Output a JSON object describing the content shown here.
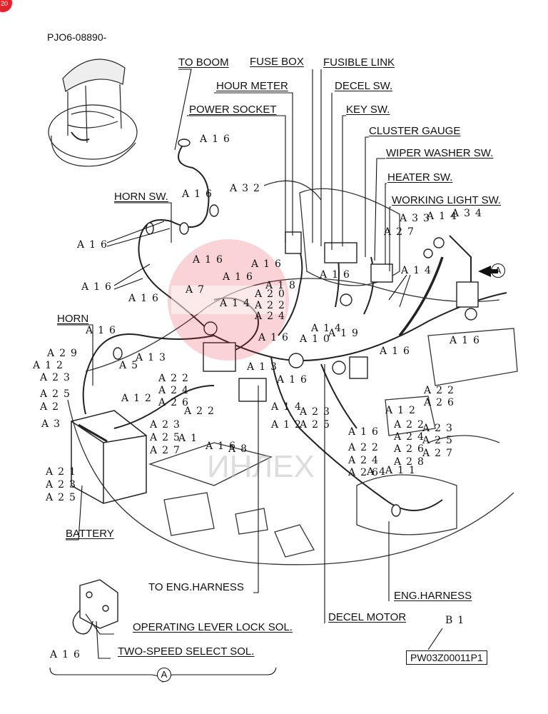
{
  "header": {
    "part_number": "PJO6-08890-"
  },
  "watermark": {
    "text": "ИНЛЕХ",
    "color": "#e0242c"
  },
  "labels": {
    "to_boom": "TO BOOM",
    "fuse_box": "FUSE BOX",
    "fusible_link": "FUSIBLE LINK",
    "hour_meter": "HOUR METER",
    "decel_sw": "DECEL SW.",
    "power_socket": "POWER SOCKET",
    "key_sw": "KEY SW.",
    "cluster_gauge": "CLUSTER GAUGE",
    "wiper_washer_sw": "WIPER WASHER SW.",
    "heater_sw": "HEATER SW.",
    "horn_sw": "HORN SW.",
    "working_light_sw": "WORKING LIGHT SW.",
    "horn": "HORN",
    "battery": "BATTERY",
    "to_eng_harness": "TO ENG.HARNESS",
    "eng_harness": "ENG.HARNESS",
    "decel_motor": "DECEL MOTOR",
    "operating_lever_lock_sol": "OPERATING LEVER LOCK SOL.",
    "two_speed_select_sol": "TWO-SPEED SELECT SOL."
  },
  "refs": {
    "a16": "A16",
    "a32": "A32",
    "a33": "A33",
    "a14": "A14",
    "a34": "A34",
    "a27": "A27",
    "a18": "A18",
    "a7": "A7",
    "a20": "A20",
    "a22": "A22",
    "a24": "A24",
    "a29": "A29",
    "a12": "A12",
    "a23": "A23",
    "a25": "A25",
    "a2": "A2",
    "a3": "A3",
    "a5": "A5",
    "a13": "A13",
    "a21": "A21",
    "a26": "A26",
    "a1": "A1",
    "a8": "A8",
    "a19": "A19",
    "a10": "A10",
    "a28": "A28",
    "a4": "A4",
    "a11": "A11",
    "b1": "B1"
  },
  "callout_marker": "A",
  "drawing_code": "PW03Z00011P1",
  "corner_mark": "20"
}
